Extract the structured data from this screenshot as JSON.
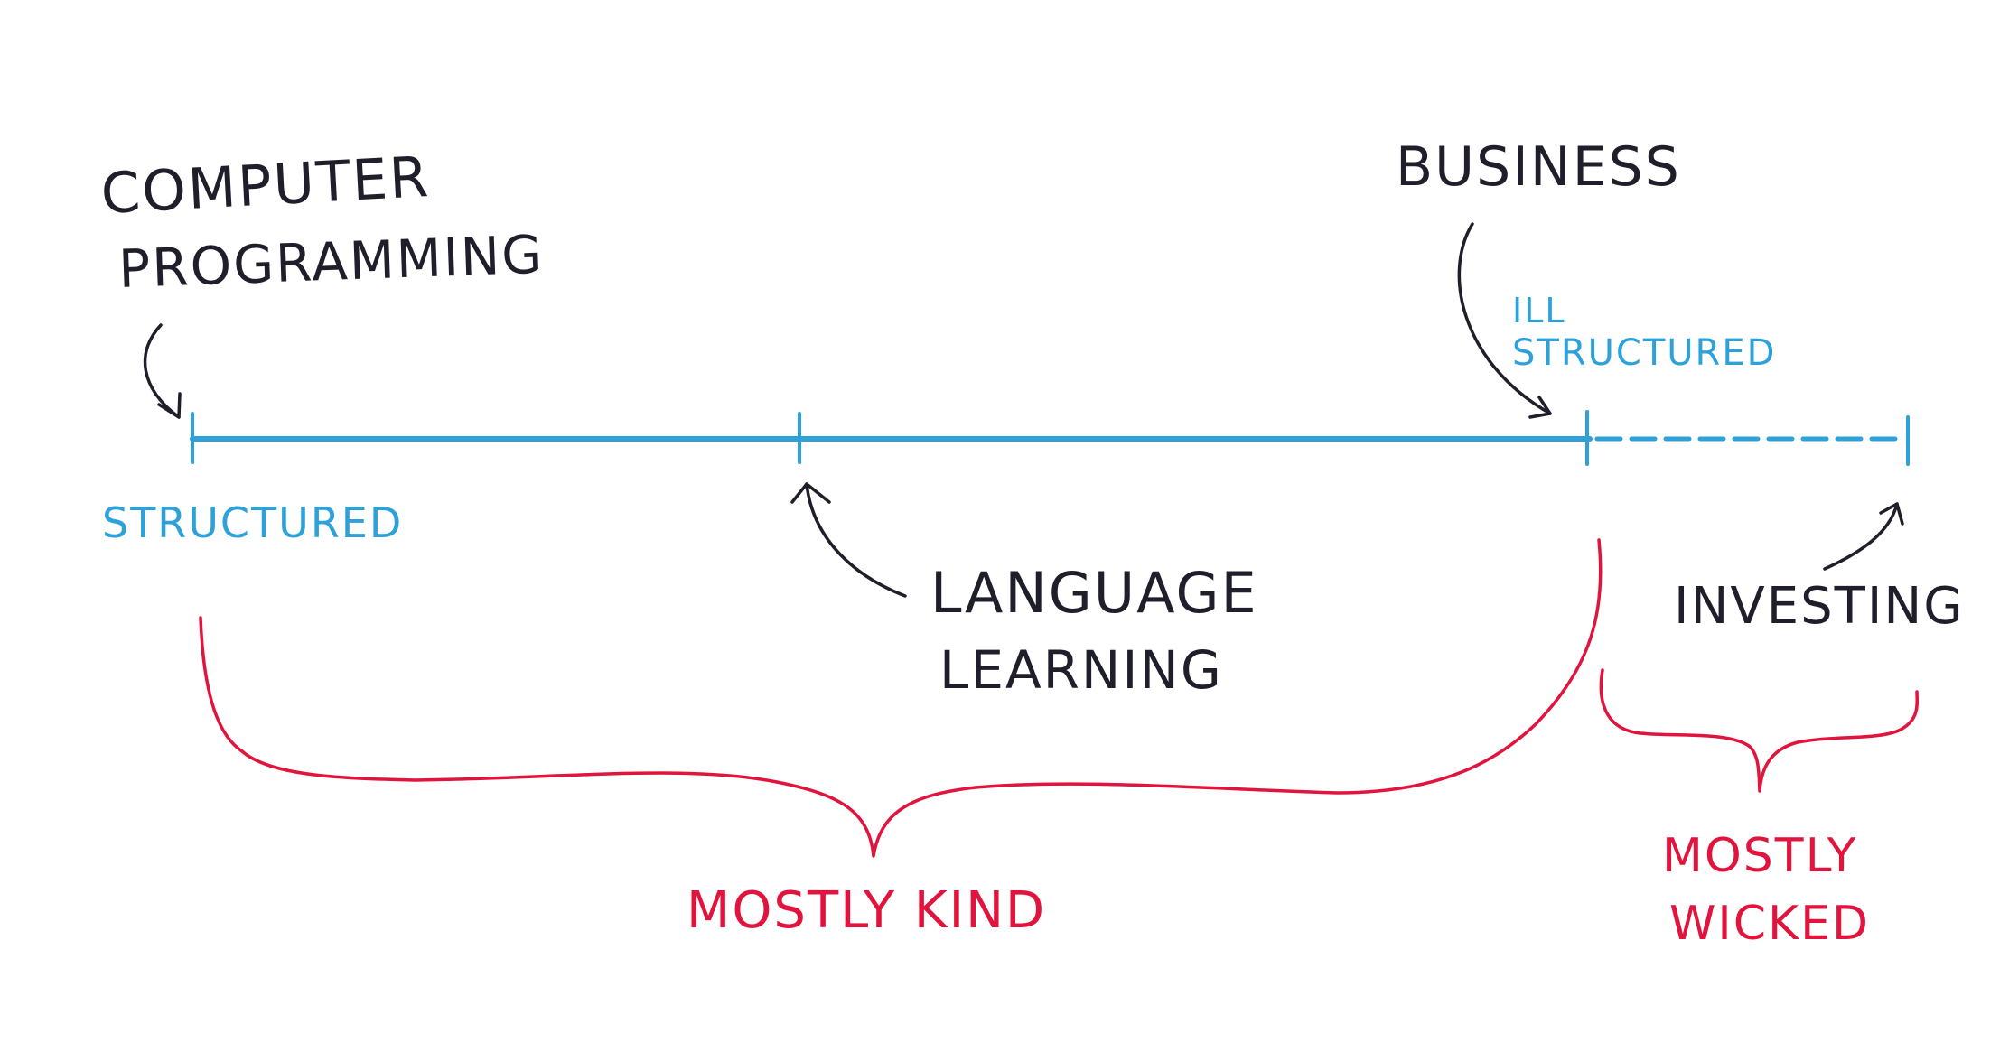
{
  "labels": {
    "computer_programming_line1": "COMPUTER",
    "computer_programming_line2": "PROGRAMMING",
    "business": "BUSINESS",
    "ill_structured_line1": "ILL",
    "ill_structured_line2": "STRUCTURED",
    "structured": "STRUCTURED",
    "language_learning_line1": "LANGUAGE",
    "language_learning_line2": "LEARNING",
    "investing": "INVESTING",
    "mostly_kind": "MOSTLY KIND",
    "mostly_wicked_line1": "MOSTLY",
    "mostly_wicked_line2": "WICKED"
  },
  "colors": {
    "ink": "#1f1f2b",
    "axis_blue": "#2ea1d8",
    "brace_red": "#e0143c",
    "background": "#ffffff"
  }
}
